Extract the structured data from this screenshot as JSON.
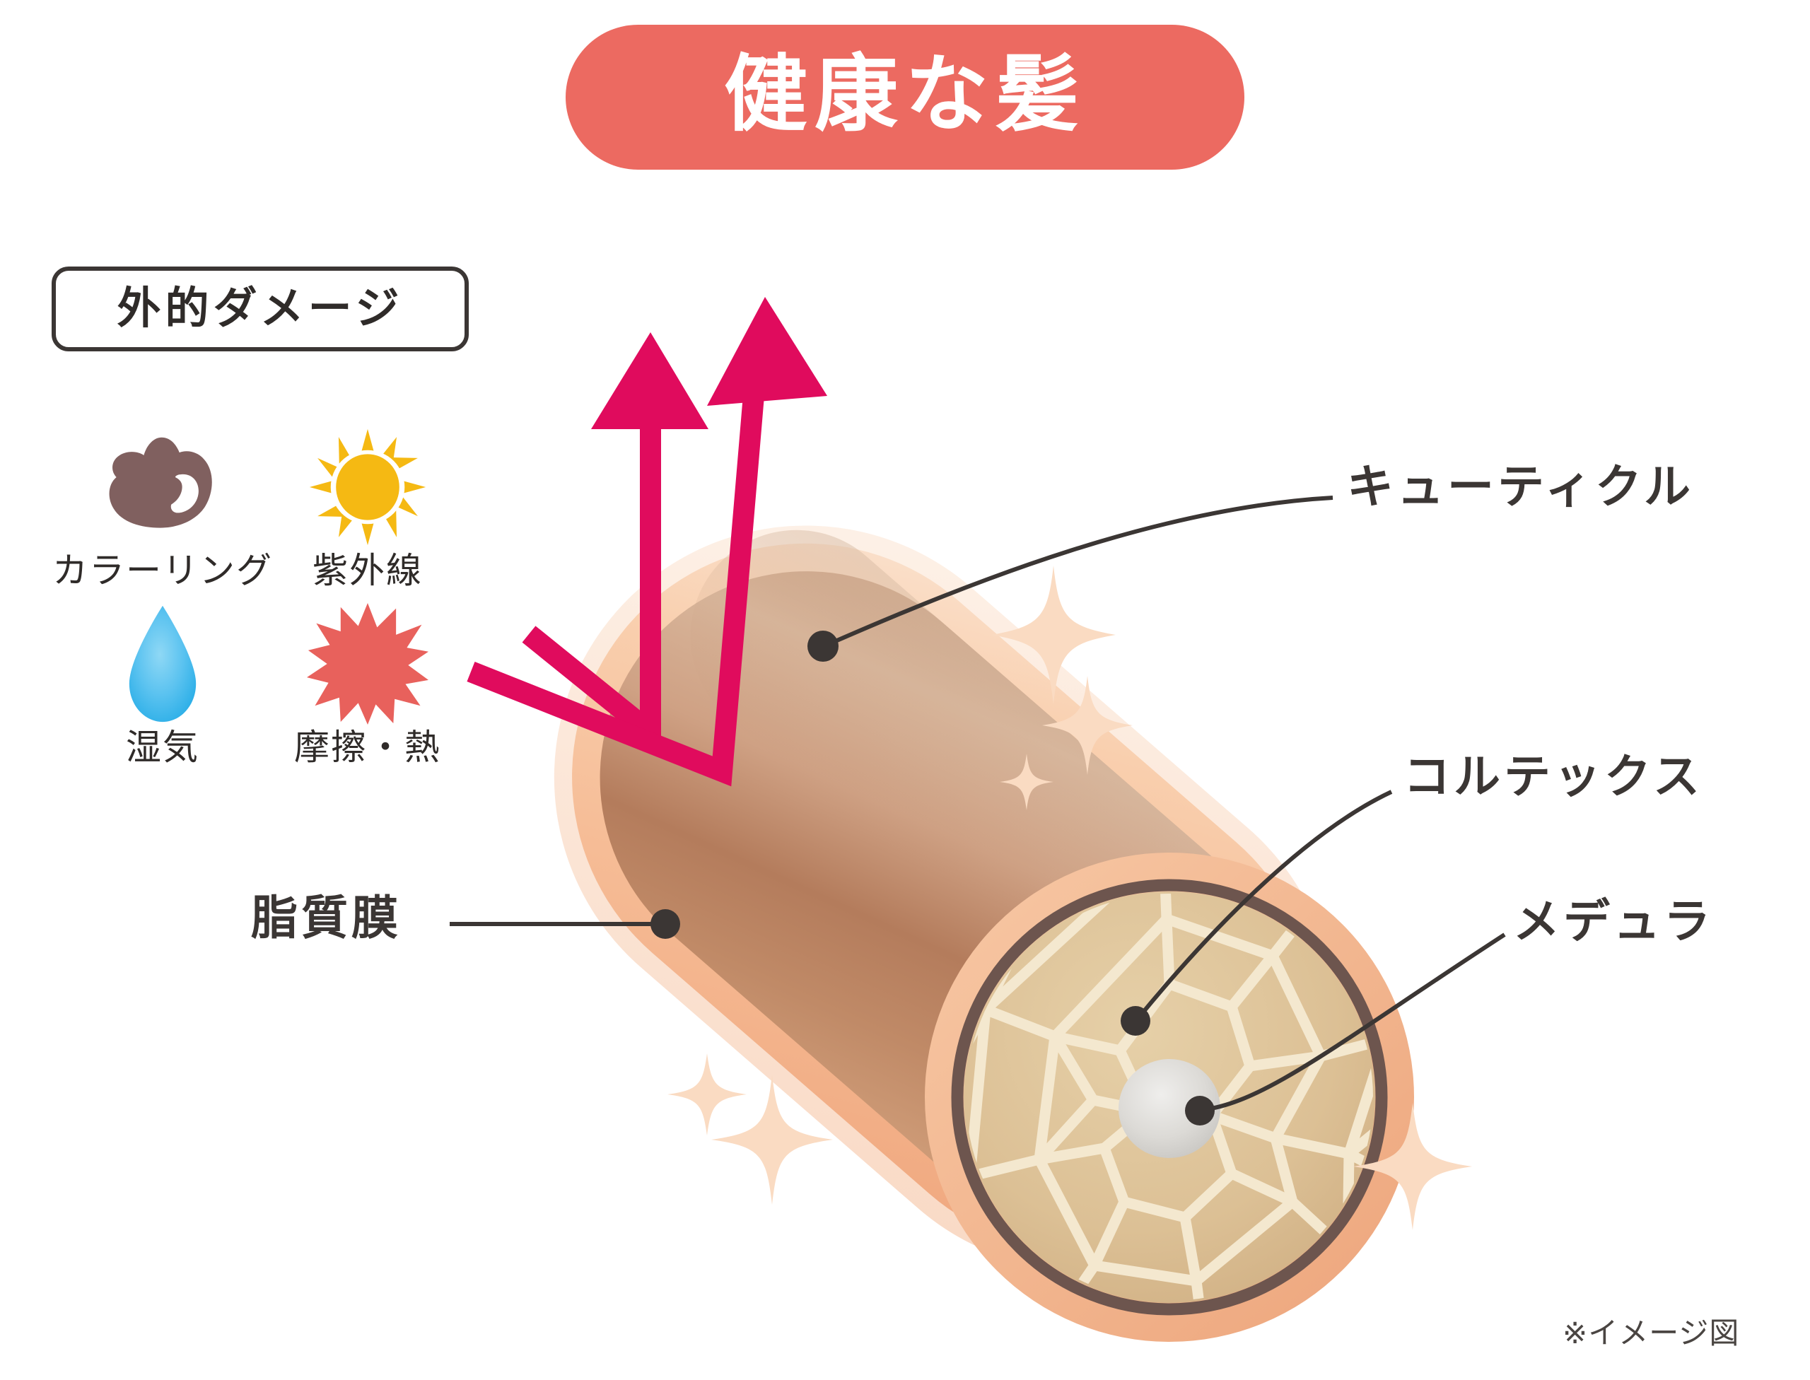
{
  "title": {
    "text": "健康な髪",
    "pill_color": "#ec6a61",
    "text_color": "#ffffff"
  },
  "damage_panel": {
    "heading": "外的ダメージ",
    "border_color": "#3b3634",
    "items": [
      {
        "label": "カラーリング",
        "icon": "hair-dye-pot-icon",
        "color": "#80605f"
      },
      {
        "label": "紫外線",
        "icon": "sun-icon",
        "color": "#f5b913"
      },
      {
        "label": "湿気",
        "icon": "water-drop-icon",
        "color": "#4bbeee"
      },
      {
        "label": "摩擦・熱",
        "icon": "heat-burst-icon",
        "color": "#e8615c"
      }
    ]
  },
  "callouts": {
    "cuticle": "キューティクル",
    "cortex": "コルテックス",
    "medulla": "メデュラ",
    "lipid_membrane": "脂質膜"
  },
  "footnote": "※イメージ図",
  "diagram": {
    "type": "hair-shaft-cutaway",
    "damage_arrow_color": "#e00b5d",
    "damage_arrow_count": 2,
    "layers": [
      {
        "name": "lipid-membrane",
        "color": "#f7c6a3"
      },
      {
        "name": "cuticle",
        "color": "#5b4641"
      },
      {
        "name": "cortex",
        "color": "#d9bc8f"
      },
      {
        "name": "medulla",
        "color": "#d5d3cf"
      }
    ],
    "sparkle_color": "#fadbc2",
    "sparkle_count": 6
  }
}
